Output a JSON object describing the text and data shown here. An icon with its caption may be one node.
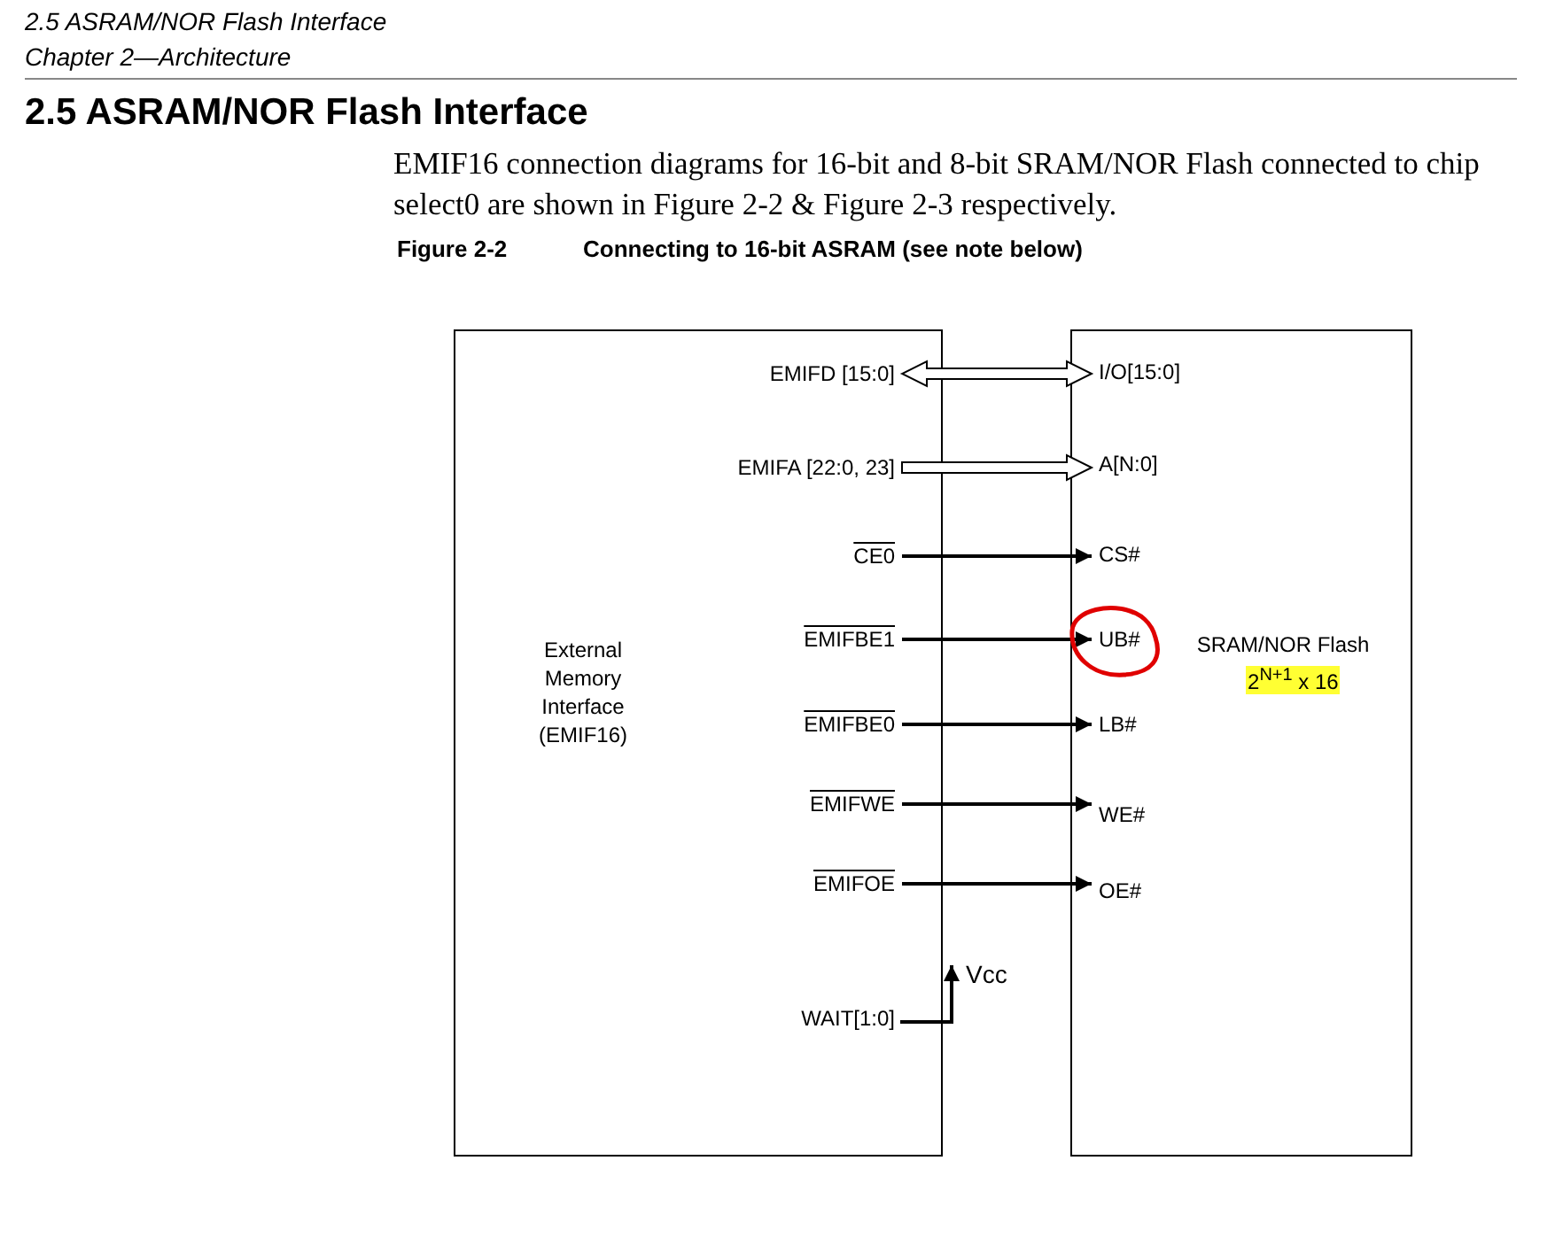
{
  "diagram": {
    "title": "2.5 ASRAM/NOR Flash Interface",
    "nodes": [
      {
        "text": [
          "External Memory Interface (EMIF16)"
        ]
      },
      {
        "text": [
          "EMIFD [15:0]"
        ],
        "in": 0
      },
      {
        "text": [
          "EMIFA [22:0, 23]"
        ],
        "in": 0
      },
      {
        "text": [
          "CE0"
        ],
        "in": 0
      },
      {
        "text": [
          "EMIFBE1"
        ],
        "in": 0
      },
      {
        "text": [
          "EMIFBE0"
        ],
        "in": 0
      },
      {
        "text": [
          "EMIFWE"
        ],
        "in": 0
      },
      {
        "text": [
          "EMIFOE"
        ],
        "in": 0
      },
      {
        "text": [
          "WAIT[1:0]"
        ],
        "in": 0
      },
      {
        "text": [
          "SRAM/NOR Flash",
          "2$^{N+1}$ x 16"
        ]
      },
      {
        "text": [
          "I/O[15:0]"
        ],
        "in": 9
      },
      {
        "text": [
          "A[N:0]"
        ],
        "in": 9
      },
      {
        "text": [
          "CS#"
        ],
        "in": 9
      },
      {
        "text": [
          "UB#"
        ],
        "in": 9
      },
      {
        "text": [
          "LB#"
        ],
        "in": 9
      },
      {
        "text": [
          "WE#"
        ],
        "in": 9
      },
      {
        "text": [
          "OE#"
        ],
        "in": 9
      },
      {
        "text": [
          "Vcc"
        ]
      }
    ],
    "edges": [
      {
        "from": 1,
        "to": 10,
        "arrow": "both",
        "style": "thick"
      },
      {
        "from": 2,
        "to": 11,
        "arrow": "to",
        "style": "thick"
      },
      {
        "from": 3,
        "to": 12,
        "arrow": "to"
      },
      {
        "from": 4,
        "to": 13,
        "arrow": "to"
      },
      {
        "from": 5,
        "to": 14,
        "arrow": "to"
      },
      {
        "from": 6,
        "to": 15,
        "arrow": "to"
      },
      {
        "from": 7,
        "to": 16,
        "arrow": "to"
      },
      {
        "from": 8,
        "to": 17,
        "arrow": "to"
      }
    ],
    "labels": [
      "2.5 ASRAM/NOR Flash Interface",
      "Chapter 2—Architecture",
      "EMIF16 connection diagrams for 16-bit and 8-bit SRAM/NOR Flash connected to chip select0 are shown in Figure 2-2 & Figure 2-3 respectively.",
      "Figure 2-2",
      "Connecting to 16-bit ASRAM (see note below)"
    ]
  }
}
